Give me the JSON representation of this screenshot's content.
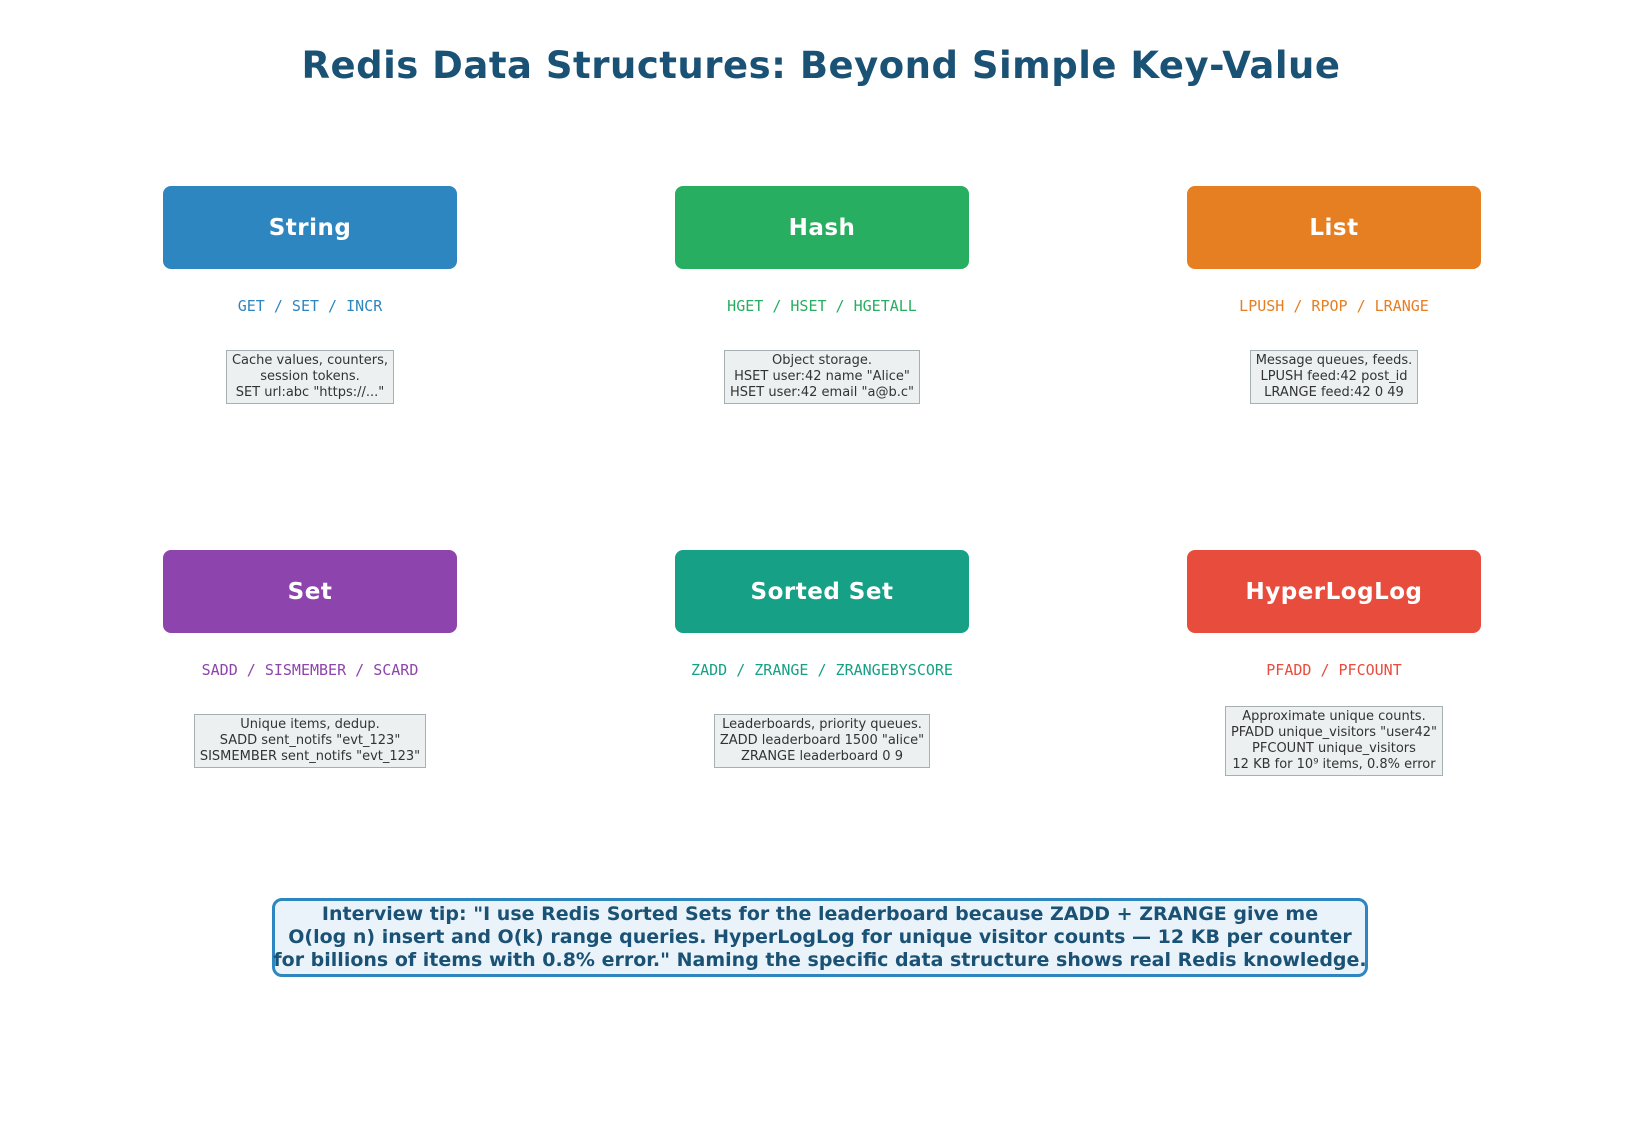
{
  "title": "Redis Data Structures: Beyond Simple Key-Value",
  "structures": [
    {
      "name": "String",
      "color": "#2E86C1",
      "commands": "GET / SET / INCR",
      "desc": [
        "Cache values, counters,",
        "session tokens.",
        "SET url:abc \"https://...\""
      ]
    },
    {
      "name": "Hash",
      "color": "#27AE60",
      "commands": "HGET / HSET / HGETALL",
      "desc": [
        "Object storage.",
        "HSET user:42 name \"Alice\"",
        "HSET user:42 email \"a@b.c\""
      ]
    },
    {
      "name": "List",
      "color": "#E67E22",
      "commands": "LPUSH / RPOP / LRANGE",
      "desc": [
        "Message queues, feeds.",
        "LPUSH feed:42 post_id",
        "LRANGE feed:42 0 49"
      ]
    },
    {
      "name": "Set",
      "color": "#8E44AD",
      "commands": "SADD / SISMEMBER / SCARD",
      "desc": [
        "Unique items, dedup.",
        "SADD sent_notifs \"evt_123\"",
        "SISMEMBER sent_notifs \"evt_123\""
      ]
    },
    {
      "name": "Sorted Set",
      "color": "#16A085",
      "commands": "ZADD / ZRANGE / ZRANGEBYSCORE",
      "desc": [
        "Leaderboards, priority queues.",
        "ZADD leaderboard 1500 \"alice\"",
        "ZRANGE leaderboard 0 9"
      ]
    },
    {
      "name": "HyperLogLog",
      "color": "#E74C3C",
      "commands": "PFADD / PFCOUNT",
      "desc": [
        "Approximate unique counts.",
        "PFADD unique_visitors \"user42\"",
        "PFCOUNT unique_visitors",
        "12 KB for 10⁹ items, 0.8% error"
      ]
    }
  ],
  "tip": {
    "lines": [
      "Interview tip: \"I use Redis Sorted Sets for the leaderboard because ZADD + ZRANGE give me",
      "O(log n) insert and O(k) range queries. HyperLogLog for unique visitor counts — 12 KB per counter",
      "for billions of items with 0.8% error.\" Naming the specific data structure shows real Redis knowledge."
    ]
  },
  "colors": {
    "title_text": "#1A5276",
    "tip_border": "#2E86C1",
    "tip_background": "#EAF3FA",
    "tip_text": "#1A5276",
    "desc_background": "#ECF0F1",
    "desc_border": "#A6B0B2",
    "desc_text": "#333333"
  }
}
